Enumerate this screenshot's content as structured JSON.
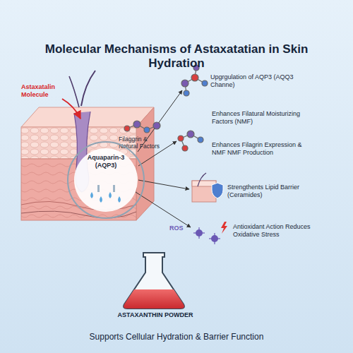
{
  "diagram": {
    "title": "Molecular Mechanisms of Astaxatatian in Skin Hydration",
    "caption": "Supports Cellular Hydration & Barrier Function",
    "nodes": [
      {
        "text": [
          "Aquaparin-3 (AQP3)"
        ]
      }
    ],
    "labels": [
      "Astaxatalin Molecule",
      "Upgrgulation of AQP3 (AQQ3 Channe)",
      "Filaggrin & Natural Factors",
      "Enhances Filatural Moisturizing Factors (NMF)",
      "Enhances Filagrin Expression & NMF NMF Production",
      "Strengthents Lipid Barrier (Ceramides)",
      "ROS",
      "Antioxidant Action Reduces Oxidative Stress",
      "ASTAXANTHIN POWDER"
    ]
  }
}
